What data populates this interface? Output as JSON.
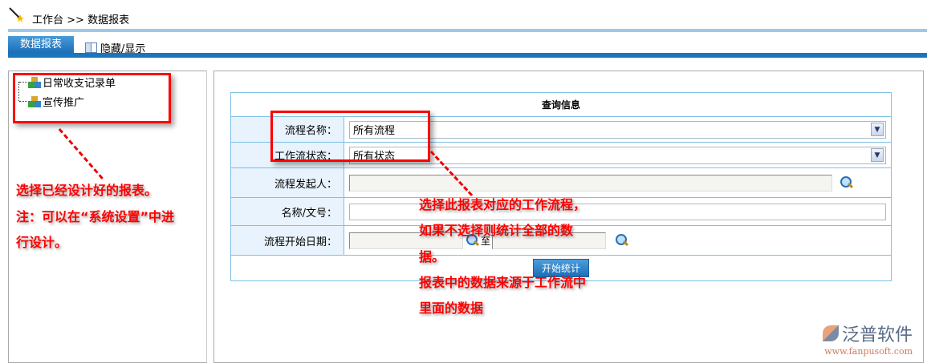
{
  "breadcrumb": {
    "home": "工作台",
    "sep": ">>",
    "current": "数据报表"
  },
  "tabs": {
    "active": "数据报表",
    "toggle": "隐藏/显示"
  },
  "tree": [
    {
      "label": "日常收支记录单"
    },
    {
      "label": "宣传推广"
    }
  ],
  "form": {
    "title": "查询信息",
    "flow_name_label": "流程名称：",
    "flow_name_value": "所有流程",
    "status_label": "工作流状态：",
    "status_value": "所有状态",
    "initiator_label": "流程发起人：",
    "docno_label": "名称/文号：",
    "date_label": "流程开始日期：",
    "date_to": "至",
    "submit": "开始统计"
  },
  "annotations": {
    "left": [
      "选择已经设计好的报表。",
      "注：可以在“系统设置”中进",
      "行设计。"
    ],
    "right": [
      "选择此报表对应的工作流程，",
      "如果不选择则统计全部的数",
      "据。",
      "报表中的数据来源于工作流中",
      "里面的数据"
    ]
  },
  "logo": {
    "name": "泛普软件",
    "url": "www.fanpusoft.com"
  }
}
